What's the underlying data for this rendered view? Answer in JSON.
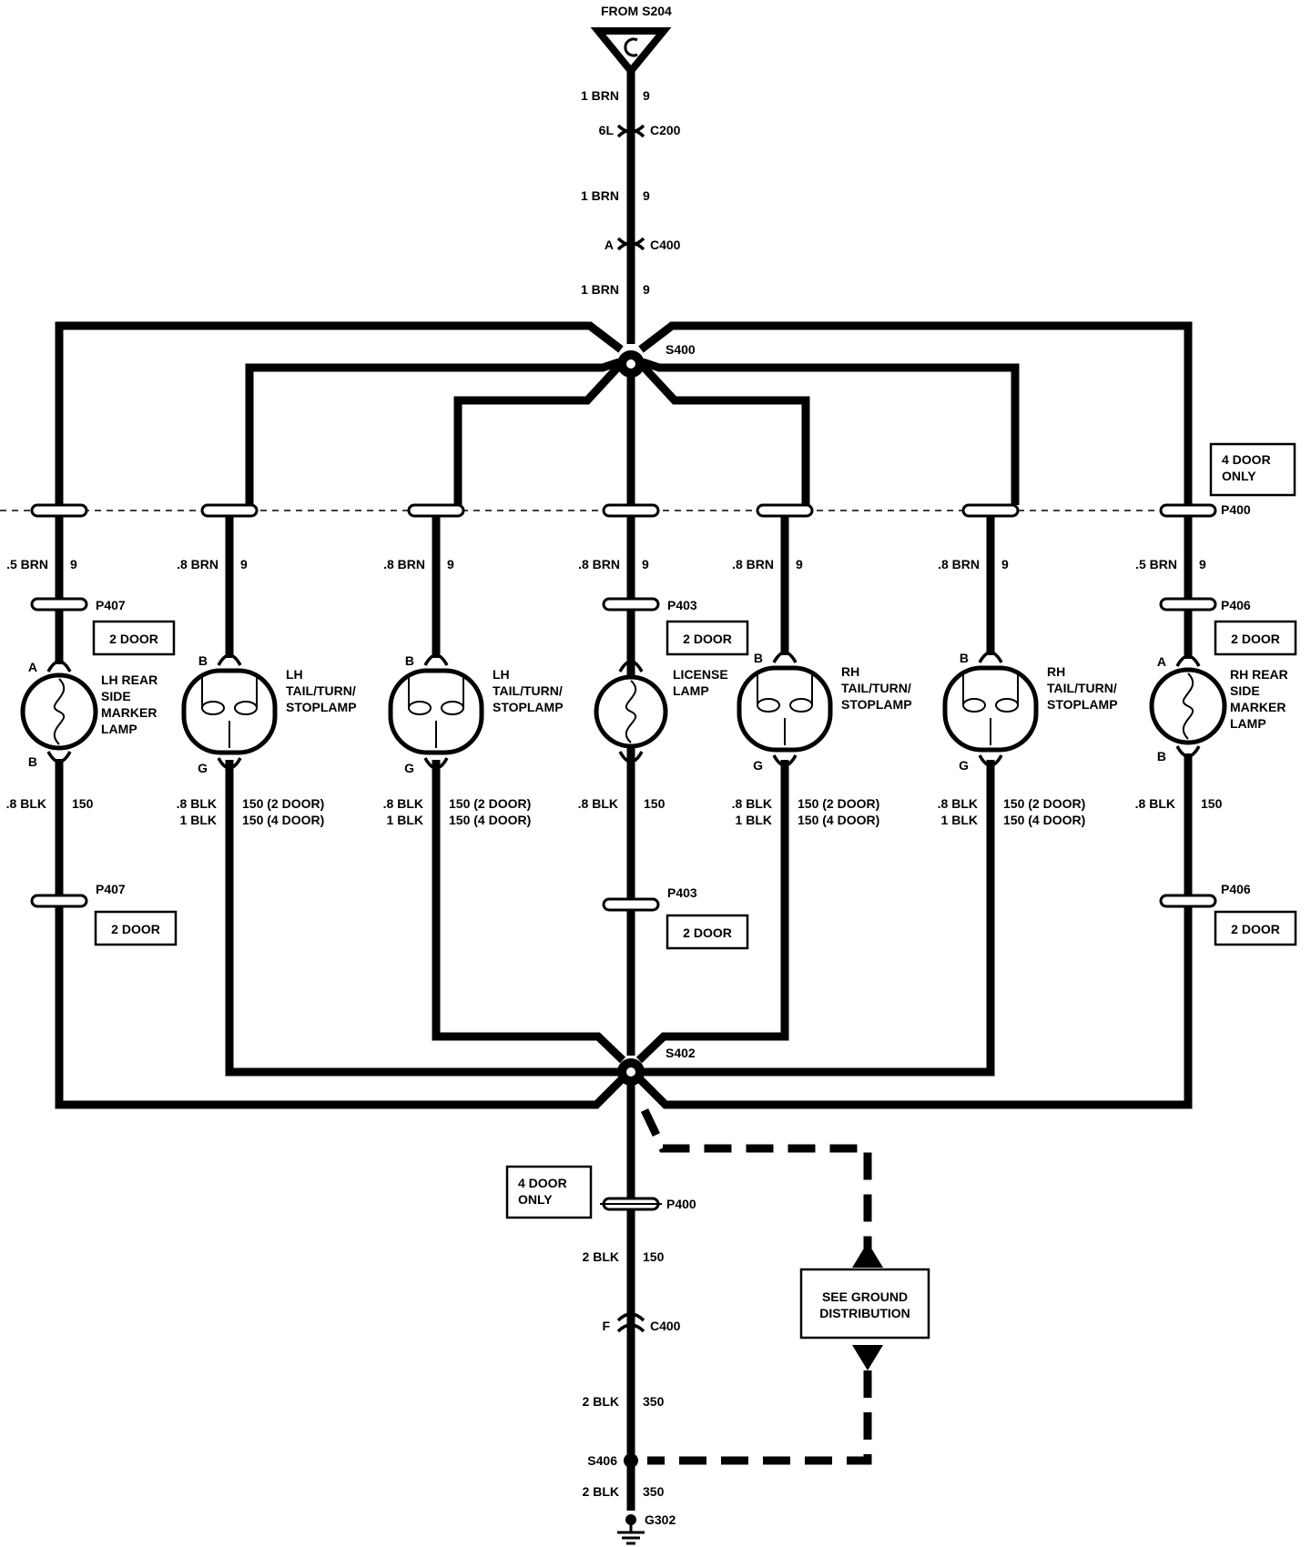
{
  "source": {
    "label": "FROM S204"
  },
  "trunk": {
    "w1": {
      "gauge": "1 BRN",
      "circuit": "9"
    },
    "c200": {
      "pin": "6L",
      "name": "C200"
    },
    "w2": {
      "gauge": "1 BRN",
      "circuit": "9"
    },
    "c400_top": {
      "pin": "A",
      "name": "C400"
    },
    "w3": {
      "gauge": "1 BRN",
      "circuit": "9"
    },
    "splice_top": "S400",
    "splice_bottom": "S402"
  },
  "p400": {
    "name": "P400",
    "note": "4 DOOR\nONLY"
  },
  "lamps": [
    {
      "name": "LH REAR\nSIDE\nMARKER\nLAMP",
      "feed_gauge": ".5 BRN",
      "feed_circuit": "9",
      "top_pin": "A",
      "bottom_pin": "B",
      "conn_top": "P407",
      "conn_top_note": "2 DOOR",
      "gnd_gauge": ".8 BLK",
      "gnd_circuit": "150",
      "conn_bottom": "P407",
      "conn_bottom_note": "2 DOOR"
    },
    {
      "name": "LH\nTAIL/TURN/\nSTOPLAMP",
      "feed_gauge": ".8 BRN",
      "feed_circuit": "9",
      "top_pin": "B",
      "bottom_pin": "G",
      "gnd_gauge": ".8 BLK\n1 BLK",
      "gnd_circuit": "150 (2 DOOR)\n150 (4 DOOR)"
    },
    {
      "name": "LH\nTAIL/TURN/\nSTOPLAMP",
      "feed_gauge": ".8 BRN",
      "feed_circuit": "9",
      "top_pin": "B",
      "bottom_pin": "G",
      "gnd_gauge": ".8 BLK\n1 BLK",
      "gnd_circuit": "150 (2 DOOR)\n150 (4 DOOR)"
    },
    {
      "name": "LICENSE\nLAMP",
      "feed_gauge": ".8 BRN",
      "feed_circuit": "9",
      "conn_top": "P403",
      "conn_top_note": "2 DOOR",
      "gnd_gauge": ".8 BLK",
      "gnd_circuit": "150",
      "conn_bottom": "P403",
      "conn_bottom_note": "2 DOOR"
    },
    {
      "name": "RH\nTAIL/TURN/\nSTOPLAMP",
      "feed_gauge": ".8 BRN",
      "feed_circuit": "9",
      "top_pin": "B",
      "bottom_pin": "G",
      "gnd_gauge": ".8 BLK\n1 BLK",
      "gnd_circuit": "150 (2 DOOR)\n150 (4 DOOR)"
    },
    {
      "name": "RH\nTAIL/TURN/\nSTOPLAMP",
      "feed_gauge": ".8 BRN",
      "feed_circuit": "9",
      "top_pin": "B",
      "bottom_pin": "G",
      "gnd_gauge": ".8 BLK\n1 BLK",
      "gnd_circuit": "150 (2 DOOR)\n150 (4 DOOR)"
    },
    {
      "name": "RH REAR\nSIDE\nMARKER\nLAMP",
      "feed_gauge": ".5 BRN",
      "feed_circuit": "9",
      "top_pin": "A",
      "bottom_pin": "B",
      "conn_top": "P406",
      "conn_top_note": "2 DOOR",
      "gnd_gauge": ".8 BLK",
      "gnd_circuit": "150",
      "conn_bottom": "P406",
      "conn_bottom_note": "2 DOOR"
    }
  ],
  "ground": {
    "p400_note": "4 DOOR\nONLY",
    "p400": "P400",
    "w1": {
      "gauge": "2 BLK",
      "circuit": "150"
    },
    "c400": {
      "pin": "F",
      "name": "C400"
    },
    "w2": {
      "gauge": "2 BLK",
      "circuit": "350"
    },
    "splice": "S406",
    "w3": {
      "gauge": "2 BLK",
      "circuit": "350"
    },
    "ground_point": "G302",
    "reference": "SEE GROUND\nDISTRIBUTION"
  }
}
